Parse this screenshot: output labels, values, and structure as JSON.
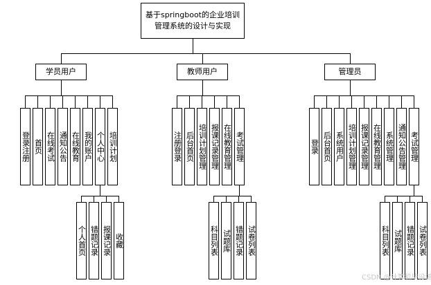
{
  "title": "基于springboot的企业培训管理系统的设计与实现",
  "branches": [
    {
      "label": "学员用户",
      "items": [
        "登录注册",
        "首页",
        "在线考试",
        "通知公告",
        "在线教育",
        "我的账户",
        "个人中心",
        "培训计划"
      ],
      "sub_items": [
        "个人首页",
        "错题记录",
        "报课记录",
        "收藏"
      ]
    },
    {
      "label": "教师用户",
      "items": [
        "注册登录",
        "后台首页",
        "培训计划管理",
        "报课记录管理",
        "在线教育管理",
        "考试管理"
      ],
      "sub_items": [
        "科目列表",
        "试题库",
        "错题记录",
        "试卷列表"
      ]
    },
    {
      "label": "管理员",
      "items": [
        "登录",
        "后台首页",
        "系统用户",
        "培训计划管理",
        "报课记录管理",
        "在线教育管理",
        "系统管理",
        "通知公告管理",
        "考试管理"
      ],
      "sub_items": [
        "科目列表",
        "试题库",
        "错题记录",
        "试卷列表"
      ]
    }
  ],
  "watermark": "CSDN @计算机毕设源码"
}
